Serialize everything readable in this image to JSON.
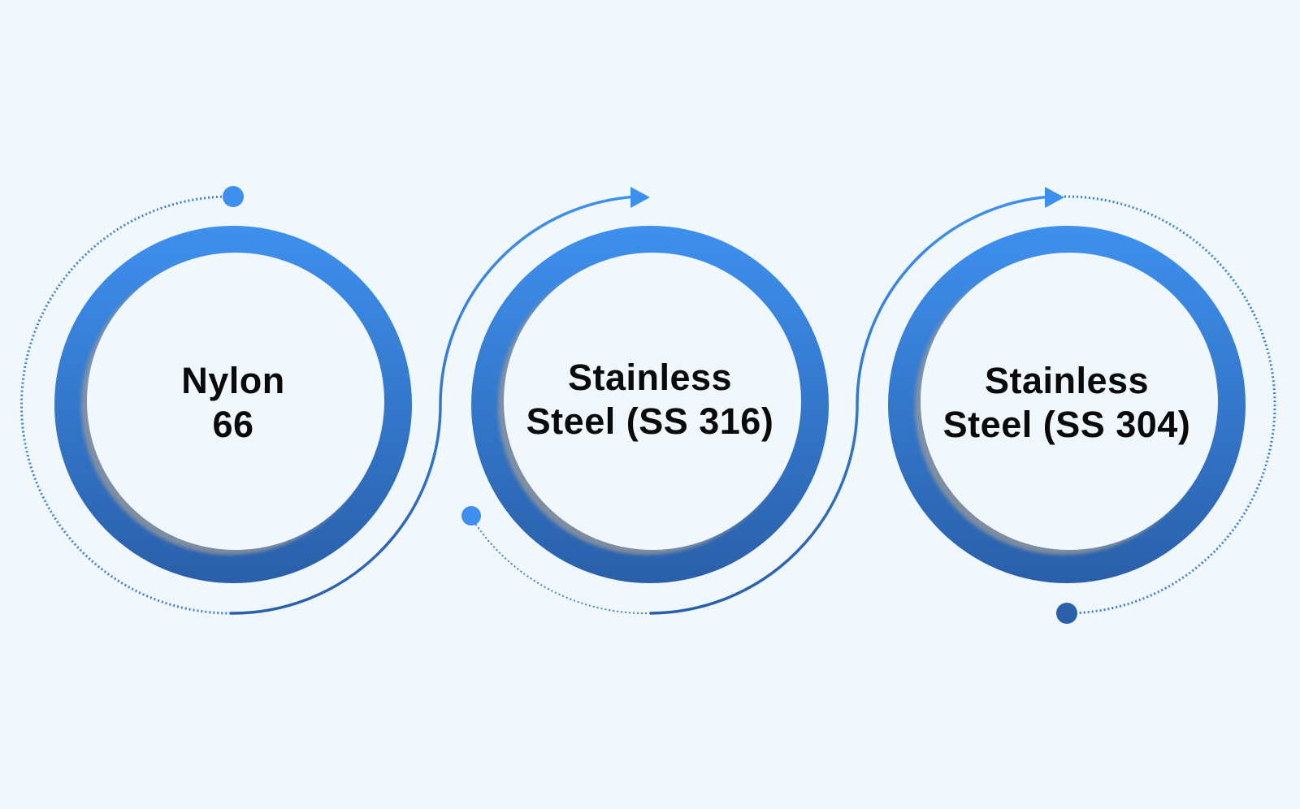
{
  "items": [
    {
      "line1": "Nylon",
      "line2": "66"
    },
    {
      "line1": "Stainless",
      "line2": "Steel (SS 316)"
    },
    {
      "line1": "Stainless",
      "line2": "Steel (SS 304)"
    }
  ],
  "colors": {
    "background": "#F0F8FD",
    "ring_top": "#3E90EE",
    "ring_bottom": "#2A5FA9",
    "inner": "#F0F8FD",
    "text": "#0A0A0A"
  }
}
